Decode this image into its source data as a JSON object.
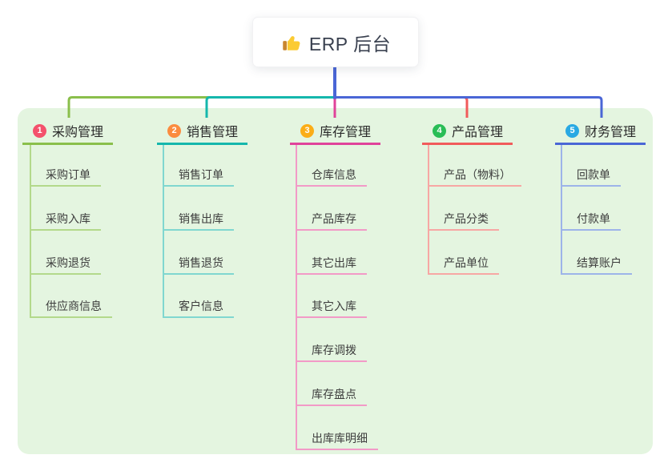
{
  "root": {
    "title": "ERP 后台",
    "icon": "thumbs-up-icon"
  },
  "branches": [
    {
      "index": "1",
      "title": "采购管理",
      "badge_color": "#F4516C",
      "line_color": "#8ABF4B",
      "light_color": "#B3D98B",
      "children": [
        "采购订单",
        "采购入库",
        "采购退货",
        "供应商信息"
      ]
    },
    {
      "index": "2",
      "title": "销售管理",
      "badge_color": "#FB8C3F",
      "line_color": "#15B7AC",
      "light_color": "#80D7D0",
      "children": [
        "销售订单",
        "销售出库",
        "销售退货",
        "客户信息"
      ]
    },
    {
      "index": "3",
      "title": "库存管理",
      "badge_color": "#FBAD17",
      "line_color": "#E0429A",
      "light_color": "#F29AC7",
      "children": [
        "仓库信息",
        "产品库存",
        "其它出库",
        "其它入库",
        "库存调拨",
        "库存盘点",
        "出库库明细"
      ]
    },
    {
      "index": "4",
      "title": "产品管理",
      "badge_color": "#29BD56",
      "line_color": "#F15B5B",
      "light_color": "#F7A7A4",
      "children": [
        "产品（物料）",
        "产品分类",
        "产品单位"
      ]
    },
    {
      "index": "5",
      "title": "财务管理",
      "badge_color": "#29A9E3",
      "line_color": "#4A66D6",
      "light_color": "#9DB4E9",
      "children": [
        "回款单",
        "付款单",
        "结算账户"
      ]
    }
  ],
  "colors": {
    "panel_bg": "#E4F5E0",
    "root_line": "#4A66D6",
    "canvas_bg": "#FFFFFF"
  }
}
